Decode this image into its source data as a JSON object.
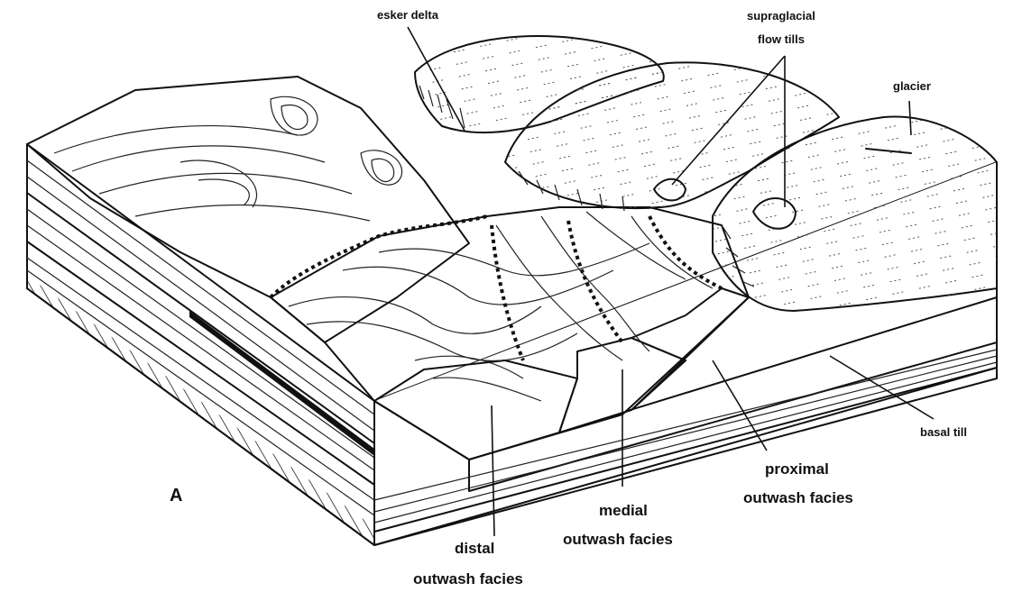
{
  "labels": {
    "esker_delta": "esker delta",
    "supraglacial_line1": "supraglacial",
    "supraglacial_line2": "flow tills",
    "glacier": "glacier",
    "basal_till": "basal till",
    "proximal_line1": "proximal",
    "proximal_line2": "outwash facies",
    "medial_line1": "medial",
    "medial_line2": "outwash facies",
    "distal_line1": "distal",
    "distal_line2": "outwash facies",
    "panel_letter": "A"
  },
  "colors": {
    "ink": "#111111",
    "paper": "#ffffff"
  }
}
